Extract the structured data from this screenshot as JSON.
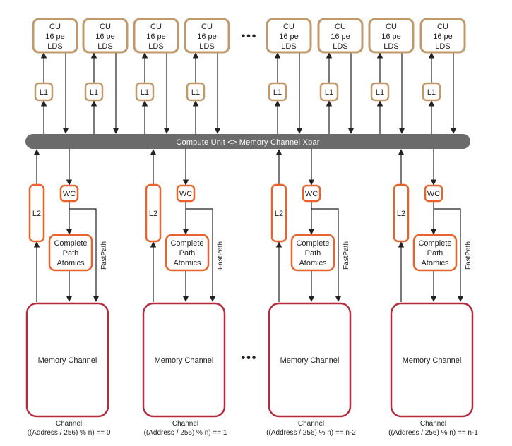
{
  "cu": {
    "line1": "CU",
    "line2": "16 pe",
    "line3": "LDS",
    "count_visible": 8
  },
  "l1_label": "L1",
  "xbar_label": "Compute Unit <> Memory  Channel  Xbar",
  "l2_label": "L2",
  "wc_label": "WC",
  "atomics": {
    "line1": "Complete",
    "line2": "Path",
    "line3": "Atomics"
  },
  "fastpath_label": "FastPath",
  "memory_channel_label": "Memory Channel",
  "ellipsis": "•••",
  "channels": [
    {
      "title": "Channel",
      "formula": "((Address / 256) % n) == 0"
    },
    {
      "title": "Channel",
      "formula": "((Address / 256) % n) == 1"
    },
    {
      "title": "Channel",
      "formula": "((Address / 256) % n) == n-2"
    },
    {
      "title": "Channel",
      "formula": "((Address / 256) % n) == n-1"
    }
  ],
  "colors": {
    "cu_border": "#c19a6b",
    "orange_border": "#e8642c",
    "memory_border": "#b72b3e",
    "xbar_fill": "#6b6b6b"
  }
}
